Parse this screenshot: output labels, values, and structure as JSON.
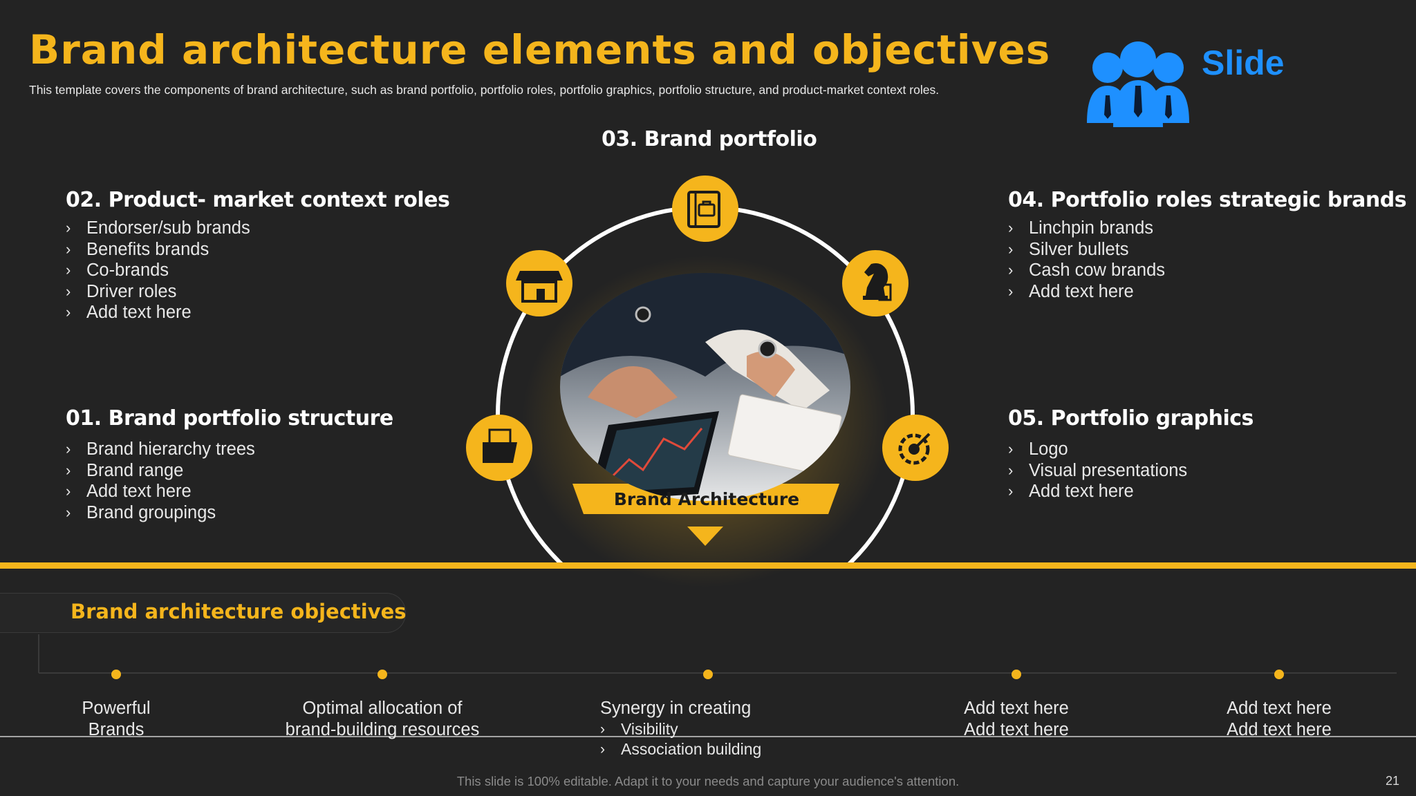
{
  "header": {
    "title": "Brand architecture elements and objectives",
    "subtitle": "This template covers the components of brand architecture, such as brand portfolio, portfolio roles, portfolio graphics, portfolio structure, and product-market context roles."
  },
  "logo": {
    "text": "Slide",
    "icon": "team-people-icon",
    "color": "#1e90ff"
  },
  "colors": {
    "accent": "#f5b51c",
    "background": "#232323",
    "text": "#e8e8e8"
  },
  "center": {
    "label": "Brand Architecture",
    "image": "business-people-reviewing-charts-photo"
  },
  "sections": {
    "s01": {
      "title": "01. Brand portfolio structure",
      "icon": "folder-document-icon",
      "items": [
        "Brand hierarchy trees",
        "Brand range",
        "Add text here",
        "Brand groupings"
      ]
    },
    "s02": {
      "title": "02. Product- market context roles",
      "icon": "storefront-icon",
      "items": [
        "Endorser/sub brands",
        "Benefits brands",
        "Co-brands",
        "Driver roles",
        "Add text here"
      ]
    },
    "s03": {
      "title": "03. Brand portfolio",
      "icon": "portfolio-book-icon"
    },
    "s04": {
      "title": "04. Portfolio roles strategic brands",
      "icon": "chess-knight-icon",
      "items": [
        "Linchpin brands",
        "Silver bullets",
        "Cash cow brands",
        "Add text here"
      ]
    },
    "s05": {
      "title": "05. Portfolio graphics",
      "icon": "target-gear-icon",
      "items": [
        "Logo",
        "Visual presentations",
        "Add text here"
      ]
    }
  },
  "objectives": {
    "title": "Brand architecture objectives",
    "items": [
      {
        "lines": [
          "Powerful",
          "Brands"
        ]
      },
      {
        "lines": [
          "Optimal allocation of",
          "brand-building resources"
        ]
      },
      {
        "lines": [
          "Synergy in creating"
        ],
        "subs": [
          "Visibility",
          "Association building"
        ]
      },
      {
        "lines": [
          "Add text here",
          "Add text here"
        ]
      },
      {
        "lines": [
          "Add text here",
          "Add text here"
        ]
      }
    ]
  },
  "footer": {
    "text": "This slide is 100% editable. Adapt it to your needs and capture your audience's attention.",
    "page": "21"
  }
}
